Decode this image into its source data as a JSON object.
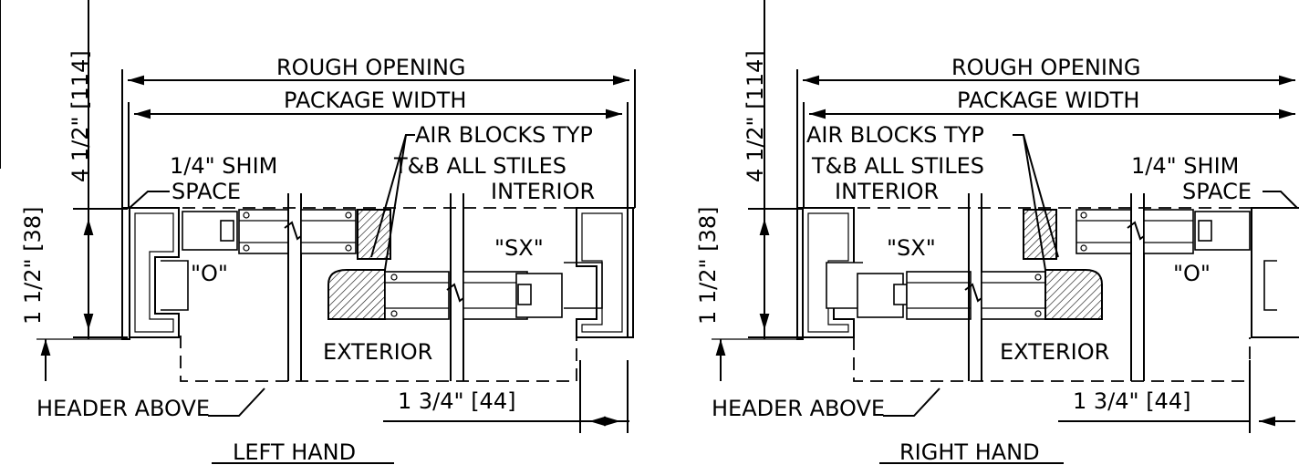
{
  "left": {
    "rough_opening": "ROUGH  OPENING",
    "package_width": "PACKAGE  WIDTH",
    "air_blocks_1": "AIR  BLOCKS  TYP",
    "air_blocks_2": "T&B  ALL  STILES",
    "interior": "INTERIOR",
    "shim_1": "1/4\"  SHIM",
    "shim_2": "SPACE",
    "sx": "\"SX\"",
    "o": "\"O\"",
    "exterior": "EXTERIOR",
    "header_above": "HEADER  ABOVE",
    "dim_depth": "1  3/4\"  [44]",
    "dim_vert_1": "4  1/2\"  [114]",
    "dim_vert_2": "1  1/2\"  [38]",
    "hand": "LEFT  HAND"
  },
  "right": {
    "rough_opening": "ROUGH  OPENING",
    "package_width": "PACKAGE  WIDTH",
    "air_blocks_1": "AIR  BLOCKS  TYP",
    "air_blocks_2": "T&B  ALL  STILES",
    "interior": "INTERIOR",
    "shim_1": "1/4\"  SHIM",
    "shim_2": "SPACE",
    "sx": "\"SX\"",
    "o": "\"O\"",
    "exterior": "EXTERIOR",
    "header_above": "HEADER  ABOVE",
    "dim_depth": "1  3/4\"  [44]",
    "dim_vert_1": "4  1/2\"  [114]",
    "dim_vert_2": "1  1/2\"  [38]",
    "hand": "RIGHT  HAND"
  }
}
